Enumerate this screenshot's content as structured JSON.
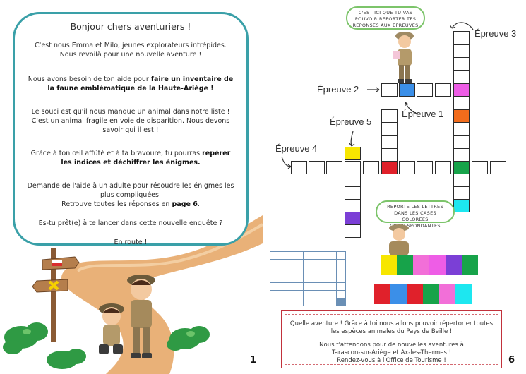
{
  "intro": {
    "title": "Bonjour chers aventuriers !",
    "p1_a": "C'est nous Emma et Milo, jeunes explorateurs intrépides.",
    "p1_b": "Nous revoilà pour une nouvelle aventure !",
    "p2_pre": "Nous avons besoin de ton aide pour ",
    "p2_bold": "faire un inventaire de la faune emblématique de la Haute-Ariège !",
    "p3_a": "Le souci est qu'il nous manque un animal dans notre liste !",
    "p3_b": "C'est un animal fragile en voie de disparition. Nous devons savoir qui il est !",
    "p4_pre": "Grâce à ton œil affûté et à ta bravoure, tu pourras ",
    "p4_bold": "repérer les indices et déchiffrer les énigmes.",
    "p5_a": "Demande de l'aide à un adulte pour résoudre les énigmes les plus compliquées.",
    "p5_b_pre": "Retrouve toutes les réponses en ",
    "p5_b_bold": "page 6",
    "p5_b_post": ".",
    "p6": "Es-tu prêt(e) à te lancer dans cette nouvelle enquête ?",
    "p7": "En route !"
  },
  "page_left_number": "1",
  "page_right_number": "6",
  "crossword": {
    "labels": {
      "e1": "Épreuve 1",
      "e2": "Épreuve 2",
      "e3": "Épreuve 3",
      "e4": "Épreuve 4",
      "e5": "Épreuve 5"
    }
  },
  "bubbles": {
    "top": "C'EST ICI QUE TU VAS POUVOIR REPORTER TES RÉPONSES AUX ÉPREUVES",
    "bottom": "REPORTE LES LETTRES DANS LES CASES COLORÉES CORRESPONDANTES"
  },
  "colors": {
    "teal": "#3aa0a8",
    "blue": "#3b8fe8",
    "magenta": "#ee5de6",
    "orange": "#f26c1c",
    "green": "#17a34a",
    "cyan": "#1de7f0",
    "purple": "#7b3fd6",
    "yellow": "#f7e600",
    "red": "#e0212b",
    "pink": "#f26fd8"
  },
  "final": {
    "p1": "Quelle aventure ! Grâce à toi nous allons pouvoir répertorier toutes les espèces animales du Pays de Beille !",
    "p2_a": "Nous t'attendons pour de nouvelles aventures à",
    "p2_b": "Tarascon-sur-Ariège et Ax-les-Thermes !",
    "p2_c": "Rendez-vous à l'Office de Tourisme !"
  }
}
